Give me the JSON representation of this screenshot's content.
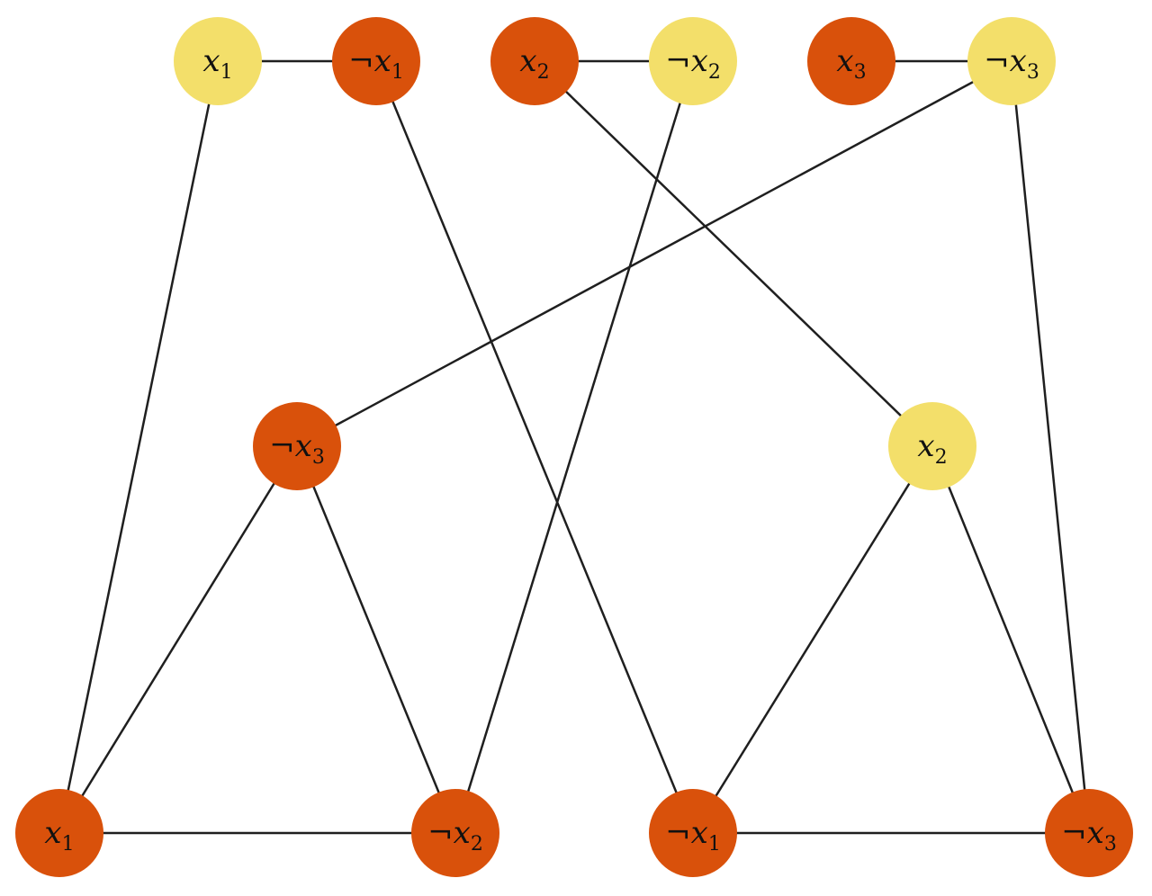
{
  "colors": {
    "true": "#f3df6a",
    "false": "#d9510b",
    "edge": "#1f1f1f"
  },
  "nodes": [
    {
      "id": "v1",
      "var": "x",
      "sub": "1",
      "negated": false,
      "value": "true"
    },
    {
      "id": "v2",
      "var": "x",
      "sub": "1",
      "negated": true,
      "value": "false"
    },
    {
      "id": "v3",
      "var": "x",
      "sub": "2",
      "negated": false,
      "value": "false"
    },
    {
      "id": "v4",
      "var": "x",
      "sub": "2",
      "negated": true,
      "value": "true"
    },
    {
      "id": "v5",
      "var": "x",
      "sub": "3",
      "negated": false,
      "value": "false"
    },
    {
      "id": "v6",
      "var": "x",
      "sub": "3",
      "negated": true,
      "value": "true"
    },
    {
      "id": "c1a",
      "var": "x",
      "sub": "3",
      "negated": true,
      "value": "false"
    },
    {
      "id": "c1b",
      "var": "x",
      "sub": "1",
      "negated": false,
      "value": "false"
    },
    {
      "id": "c1c",
      "var": "x",
      "sub": "2",
      "negated": true,
      "value": "false"
    },
    {
      "id": "c2a",
      "var": "x",
      "sub": "2",
      "negated": false,
      "value": "true"
    },
    {
      "id": "c2b",
      "var": "x",
      "sub": "1",
      "negated": true,
      "value": "false"
    },
    {
      "id": "c2c",
      "var": "x",
      "sub": "3",
      "negated": true,
      "value": "false"
    }
  ],
  "edges": [
    [
      "v1",
      "v2"
    ],
    [
      "v3",
      "v4"
    ],
    [
      "v5",
      "v6"
    ],
    [
      "c1a",
      "c1b"
    ],
    [
      "c1a",
      "c1c"
    ],
    [
      "c1b",
      "c1c"
    ],
    [
      "c2a",
      "c2b"
    ],
    [
      "c2a",
      "c2c"
    ],
    [
      "c2b",
      "c2c"
    ],
    [
      "v1",
      "c1b"
    ],
    [
      "v2",
      "c2b"
    ],
    [
      "v3",
      "c2a"
    ],
    [
      "v4",
      "c1c"
    ],
    [
      "v6",
      "c1a"
    ],
    [
      "v6",
      "c2c"
    ]
  ]
}
